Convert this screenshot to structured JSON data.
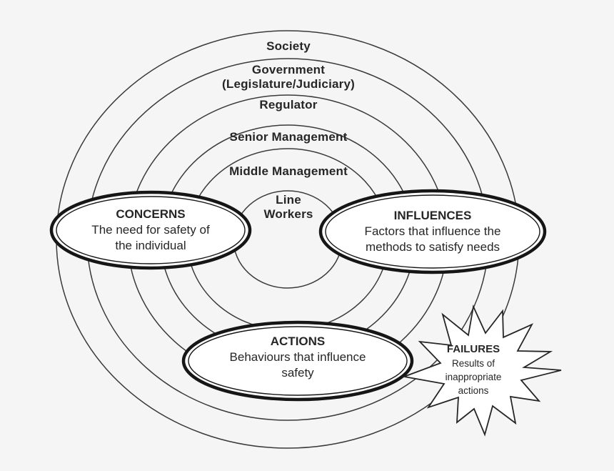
{
  "colors": {
    "background": "#f5f5f5",
    "ring_line": "#3a3a3a",
    "bubble_border": "#161616",
    "bubble_fill": "#ffffff",
    "text_ink": "#262626"
  },
  "rings": [
    {
      "id": "society",
      "lines": [
        "Society"
      ]
    },
    {
      "id": "government",
      "lines": [
        "Government",
        "(Legislature/Judiciary)"
      ]
    },
    {
      "id": "regulator",
      "lines": [
        "Regulator"
      ]
    },
    {
      "id": "senior-management",
      "lines": [
        "Senior Management"
      ]
    },
    {
      "id": "middle-management",
      "lines": [
        "Middle Management"
      ]
    },
    {
      "id": "line-workers",
      "lines": [
        "Line",
        "Workers"
      ]
    }
  ],
  "bubbles": [
    {
      "id": "concerns",
      "title": "CONCERNS",
      "lines": [
        "The need for safety of",
        "the individual"
      ]
    },
    {
      "id": "influences",
      "title": "INFLUENCES",
      "lines": [
        "Factors that influence the",
        "methods to satisfy needs"
      ]
    },
    {
      "id": "actions",
      "title": "ACTIONS",
      "lines": [
        "Behaviours that influence",
        "safety"
      ]
    }
  ],
  "burst": {
    "title": "FAILURES",
    "lines": [
      "Results of",
      "inappropriate",
      "actions"
    ]
  }
}
